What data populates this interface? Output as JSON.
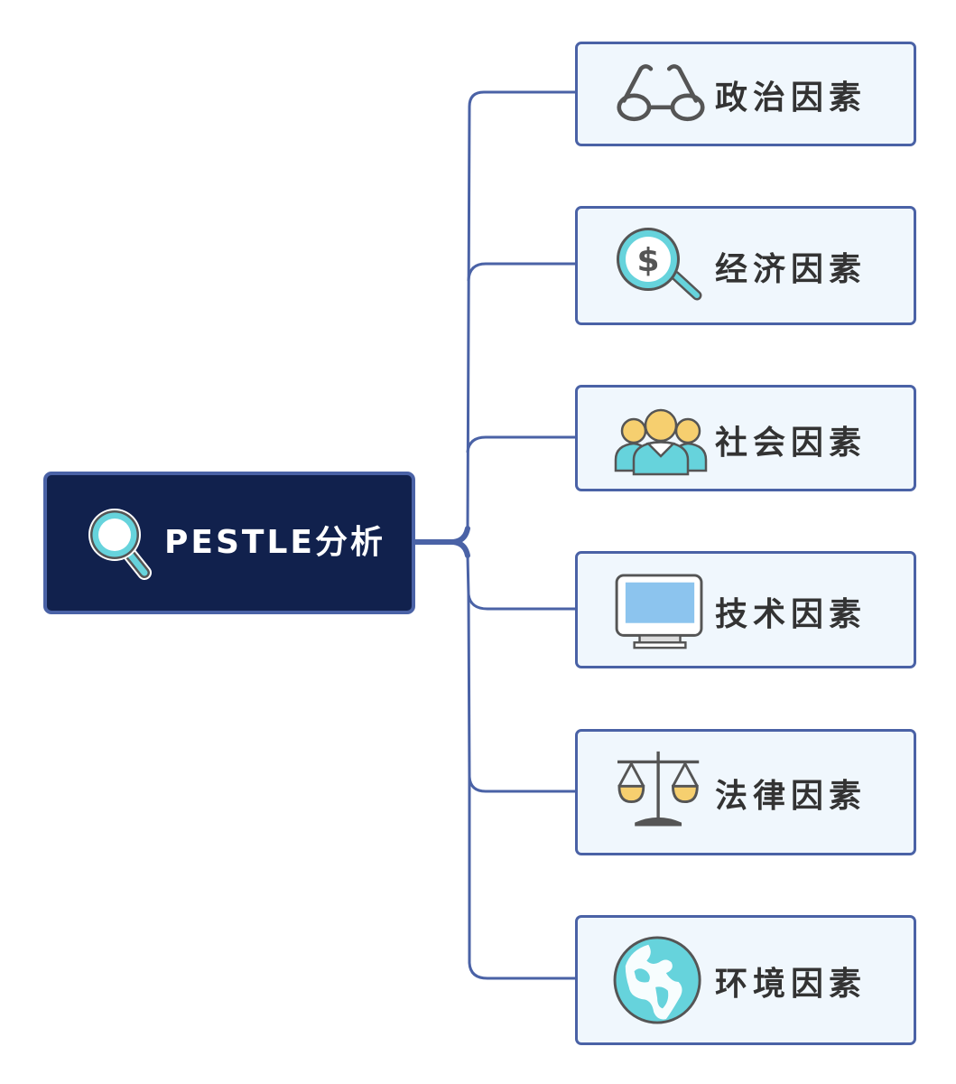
{
  "diagram": {
    "type": "mind-map",
    "root": {
      "label": "PESTLE分析",
      "icon": "magnifier-icon"
    },
    "branches": [
      {
        "label": "政治因素",
        "icon": "glasses-icon"
      },
      {
        "label": "经济因素",
        "icon": "dollar-magnifier-icon"
      },
      {
        "label": "社会因素",
        "icon": "people-group-icon"
      },
      {
        "label": "技术因素",
        "icon": "monitor-icon"
      },
      {
        "label": "法律因素",
        "icon": "scales-icon"
      },
      {
        "label": "环境因素",
        "icon": "globe-icon"
      }
    ],
    "colors": {
      "root_fill": "#11214d",
      "border": "#4a62a6",
      "node_fill": "#f0f7fd",
      "text": "#333333",
      "accent_teal": "#66d3dc",
      "accent_yellow": "#f6cf6f",
      "screen_blue": "#8cc4ee"
    }
  }
}
